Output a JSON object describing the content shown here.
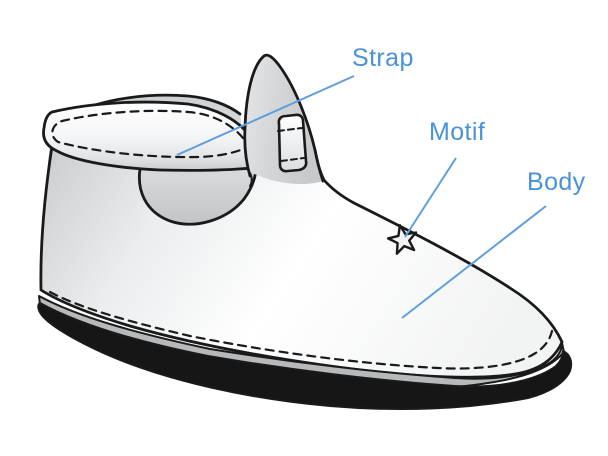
{
  "diagram": {
    "type": "labeled-illustration",
    "subject": "shoe",
    "labels": [
      {
        "id": "strap",
        "text": "Strap"
      },
      {
        "id": "motif",
        "text": "Motif"
      },
      {
        "id": "body",
        "text": "Body"
      }
    ],
    "motif_icon": "star-icon",
    "style": {
      "accent": "#4a92d8",
      "leader_line": "#5f9fdc",
      "outline": "#1a1a1a",
      "sole": "#161616",
      "midsole": "#b7b9bb",
      "background": "#ffffff"
    }
  }
}
